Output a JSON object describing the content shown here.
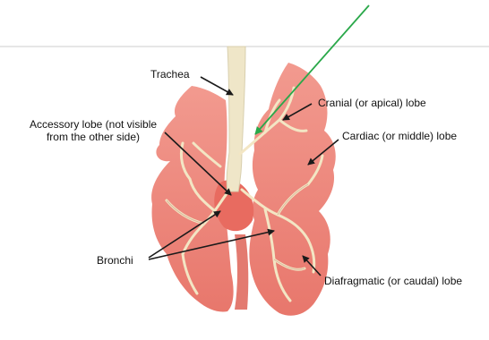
{
  "labels": {
    "trachea": "Trachea",
    "cranial": "Cranial (or apical) lobe",
    "accessory_line1": "Accessory lobe (not visible",
    "accessory_line2": "from the other side)",
    "cardiac": "Cardiac (or middle) lobe",
    "bronchi": "Bronchi",
    "diafragmatic": "Diafragmatic (or caudal) lobe"
  },
  "colors": {
    "lung": "#ef8a80",
    "lung_dark": "#d9695f",
    "trachea": "#efe6c8",
    "bronchi": "#f3e6c4",
    "pointer_arrow": "#1a1a1a",
    "highlight_arrow": "#2aa84a",
    "divider": "#cccccc"
  }
}
